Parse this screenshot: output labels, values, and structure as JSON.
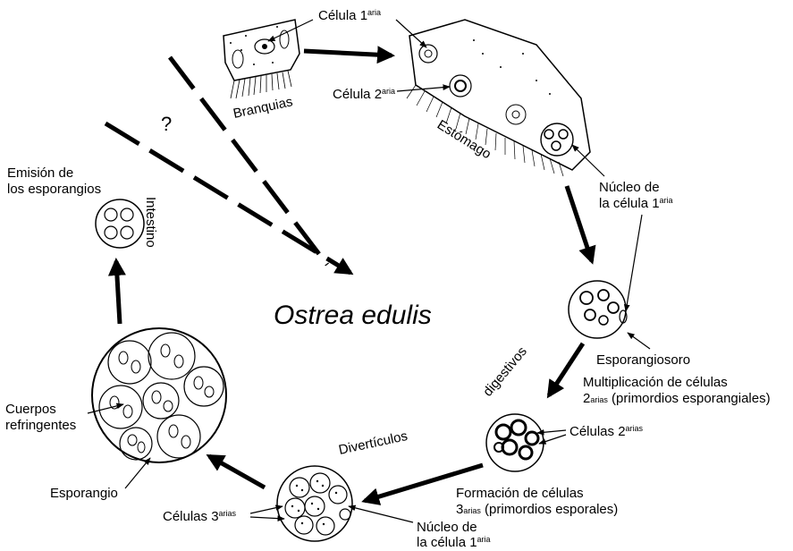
{
  "title": "Ostrea edulis",
  "question_mark": "?",
  "organs": {
    "branquias": "Branquias",
    "estomago": "Estómago",
    "intestino": "Intestino",
    "diverticulos": "Divertículos",
    "digestivos": "digestivos"
  },
  "labels": {
    "celula1_top": {
      "main": "Célula 1",
      "sup": "aria"
    },
    "celula2": {
      "main": "Célula 2",
      "sup": "aria"
    },
    "nucleo_top": {
      "line1": "Núcleo de",
      "line2": "la célula 1",
      "sup": "aria"
    },
    "esporangiosoro": "Esporangiosoro",
    "multiplicacion": {
      "line1": "Multiplicación de células",
      "line2_sup": "2",
      "sup": "arias",
      "line2_rest": " (primordios esporangiales)"
    },
    "celulas2": {
      "main": "Células 2",
      "sup": "arias"
    },
    "formacion": {
      "line1": "Formación de células",
      "line2_num": "3",
      "sup": "arias",
      "line2_rest": " (primordios esporales)"
    },
    "celulas3": {
      "main": "Células 3",
      "sup": "arias"
    },
    "nucleo_bottom": {
      "line1": "Núcleo de",
      "line2": "la célula 1",
      "sup": "aria"
    },
    "esporangio": "Esporangio",
    "cuerpos": {
      "line1": "Cuerpos",
      "line2": "refringentes"
    },
    "emision": {
      "line1": "Emisión de",
      "line2": "los esporangios"
    }
  },
  "colors": {
    "ink": "#000000",
    "background": "#ffffff"
  }
}
